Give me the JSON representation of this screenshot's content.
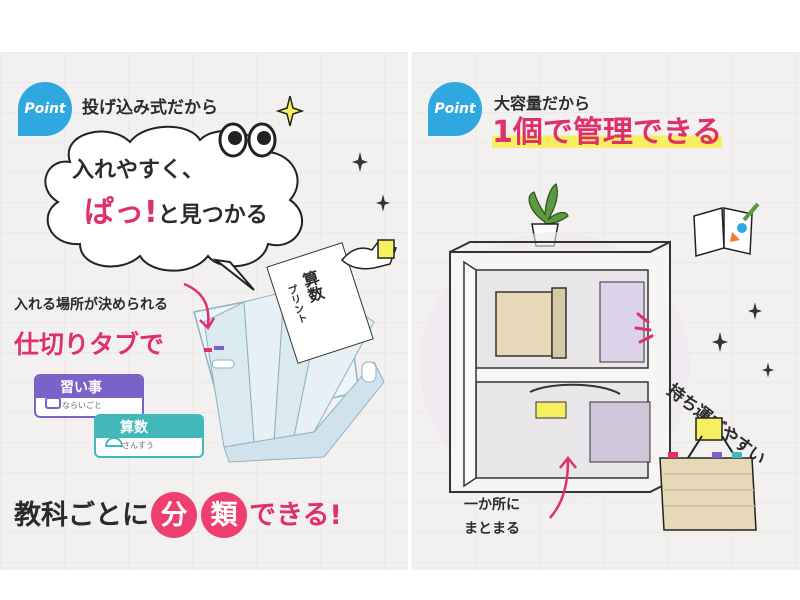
{
  "left": {
    "badge": "Point",
    "caption1": "投げ込み式だから",
    "cloud_line1": "入れやすく、",
    "cloud_line2_em": "ぱっ!",
    "cloud_line2_rest": "と見つかる",
    "divider_caption": "入れる場所が決められる",
    "tab_heading": "仕切りタブで",
    "tag1_label": "習い事",
    "tag1_sub": "ならいごと",
    "tag2_label": "算数",
    "tag2_sub": "さんすう",
    "paper_line1": "算数",
    "paper_line2": "プリント",
    "bottom_pre": "教科ごとに",
    "bottom_c1": "分",
    "bottom_c2": "類",
    "bottom_post": "できる!"
  },
  "right": {
    "badge": "Point",
    "caption1": "大容量だから",
    "headline": "1個で管理できる",
    "carry_label": "持ち運びやすい",
    "place_line1": "一か所に",
    "place_line2": "まとまる"
  },
  "colors": {
    "accent_pink": "#e0306a",
    "badge_blue": "#2fa8e0",
    "highlight_yellow": "#f7ef62",
    "tag_purple": "#7a62c8",
    "tag_teal": "#42b8b8"
  }
}
